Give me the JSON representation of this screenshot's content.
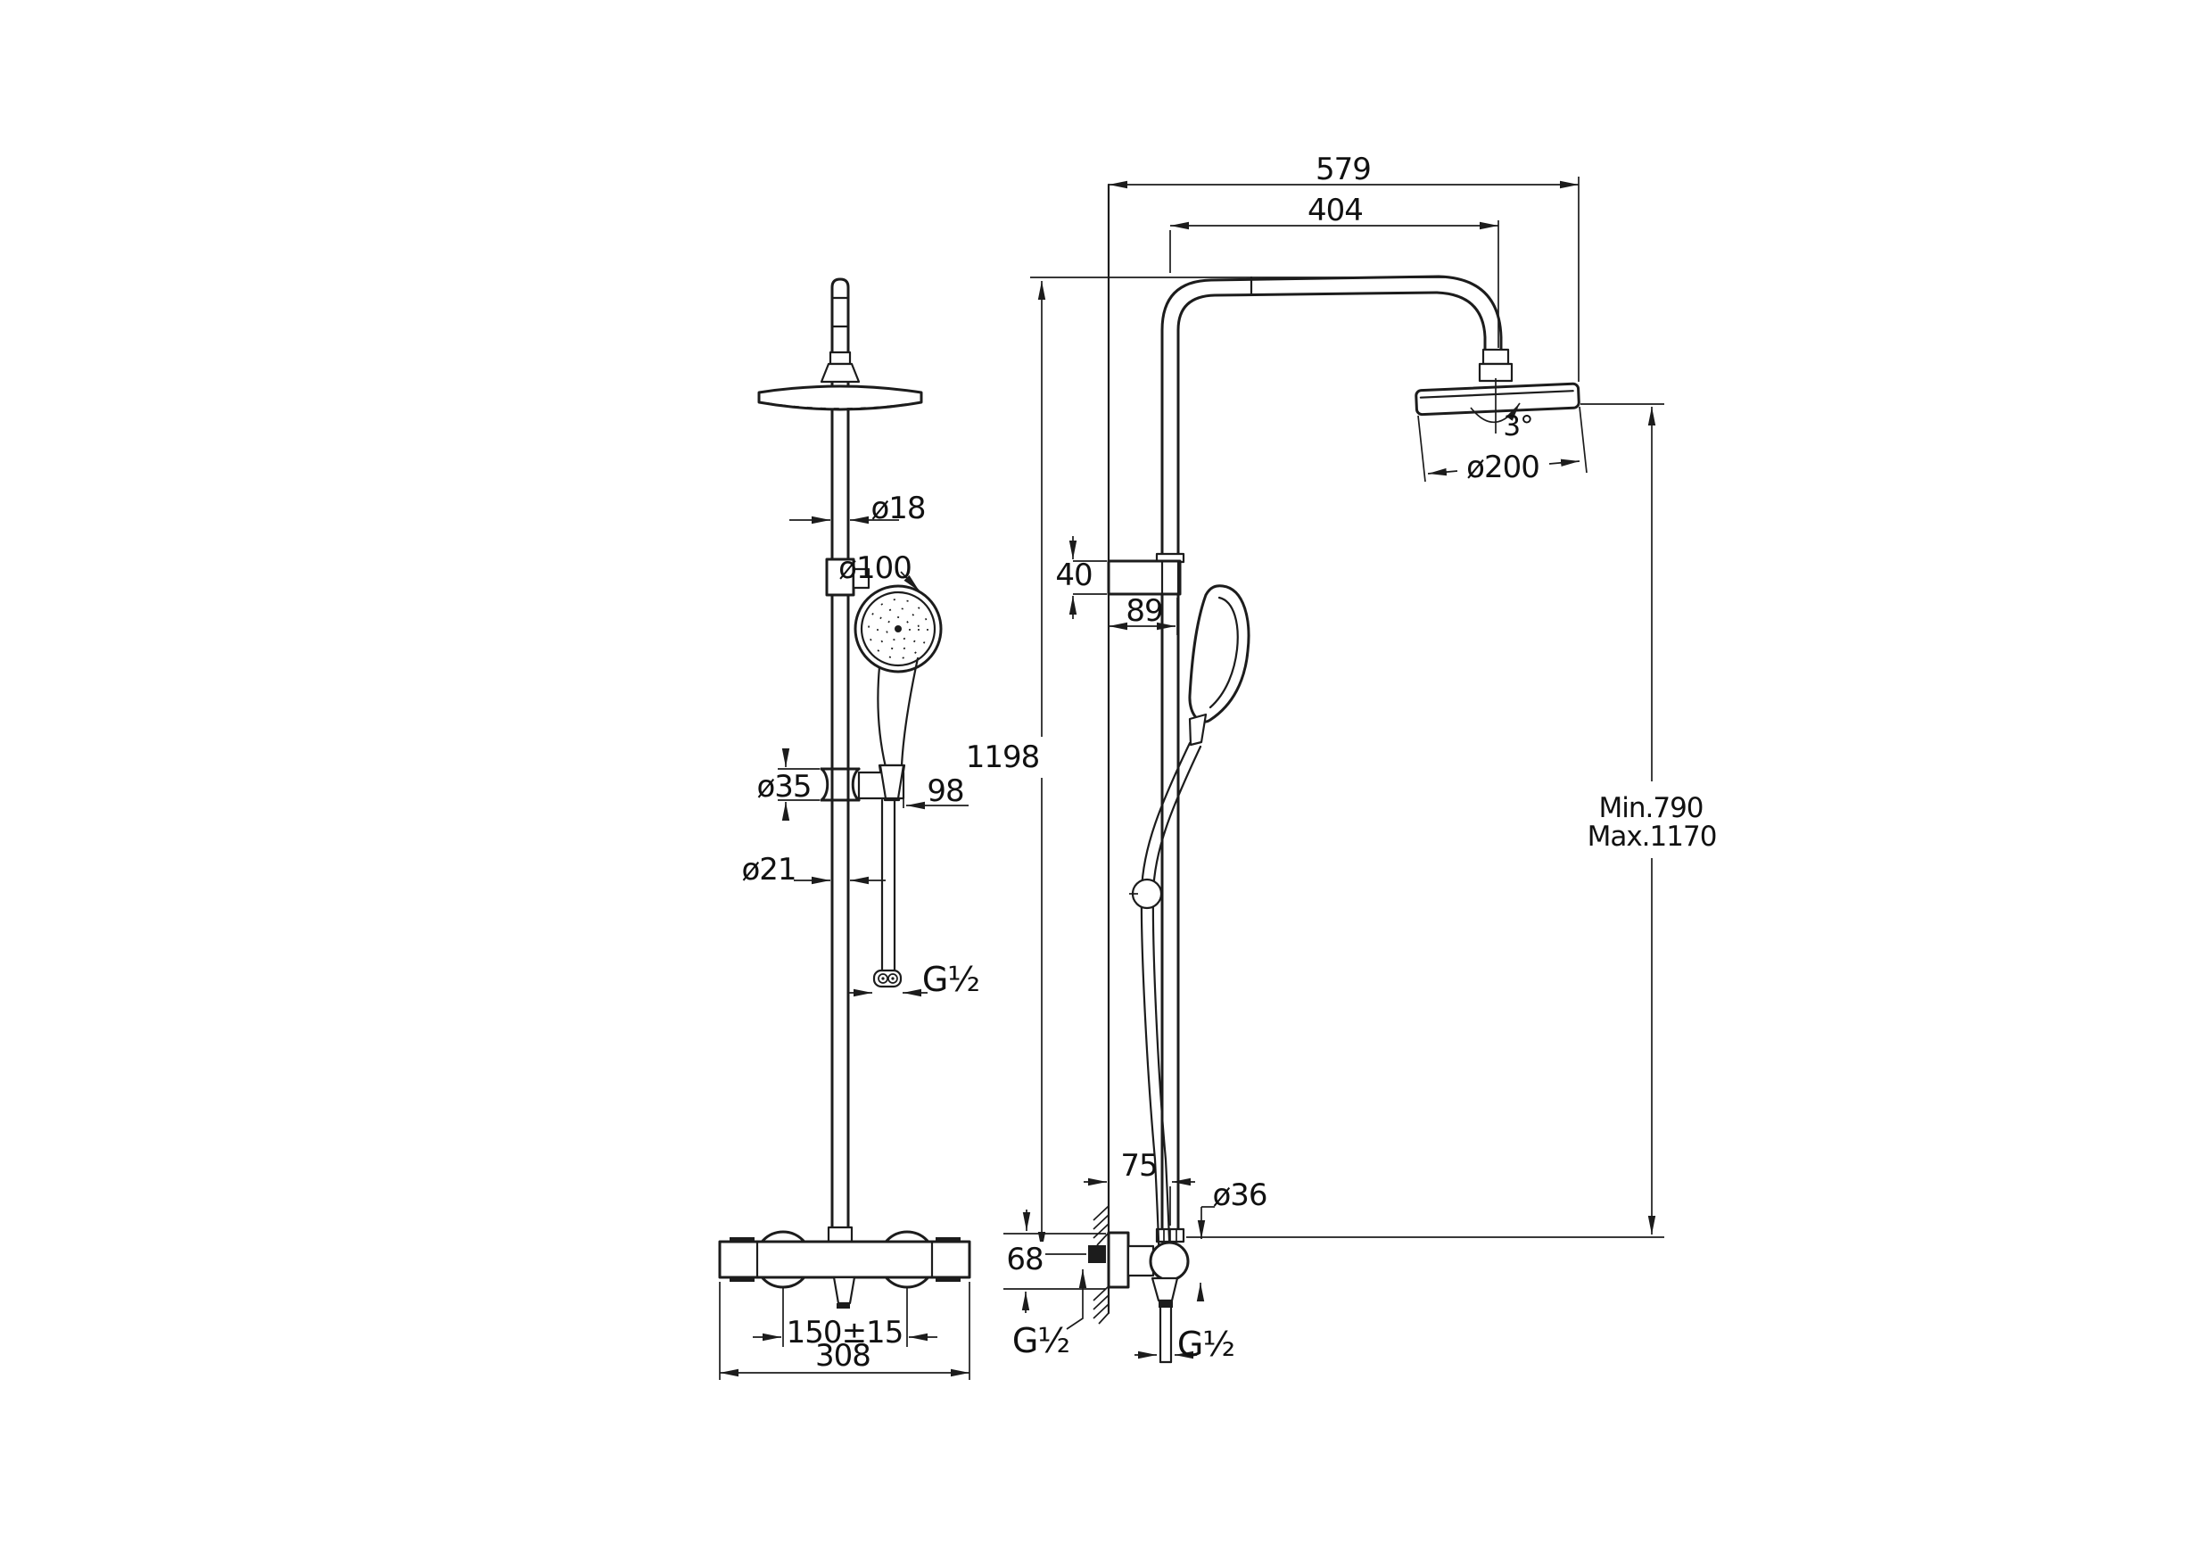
{
  "drawing": {
    "background": "#ffffff",
    "line_color": "#1c1c1c",
    "text_color": "#111111"
  },
  "front_view": {
    "dims": {
      "upper_rail_diameter": "ø18",
      "hand_shower_diameter": "ø100",
      "holder_clamp_diameter": "ø35",
      "holder_depth": "98",
      "lower_rail_diameter": "ø21",
      "hose_connection": "G½",
      "connection_spacing": "150±15",
      "mixer_width": "308"
    }
  },
  "side_view": {
    "dims": {
      "reach_overall": "579",
      "reach_arm": "404",
      "head_tilt": "3°",
      "head_diameter": "ø200",
      "wall_bracket_height": "40",
      "wall_bracket_depth": "89",
      "column_height": "1198",
      "head_height_min": "Min.790",
      "head_height_max": "Max.1170",
      "valve_projection": "75",
      "handle_diameter": "ø36",
      "escutcheon_height": "68",
      "wall_connection": "G½",
      "hose_connection": "G½"
    }
  }
}
